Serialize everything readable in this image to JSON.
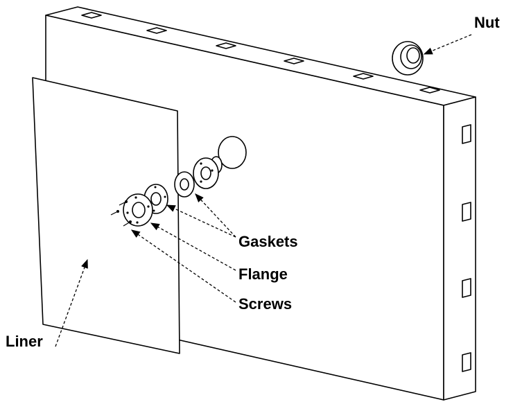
{
  "labels": {
    "nut": "Nut",
    "gaskets": "Gaskets",
    "flange": "Flange",
    "screws": "Screws",
    "liner": "Liner"
  }
}
